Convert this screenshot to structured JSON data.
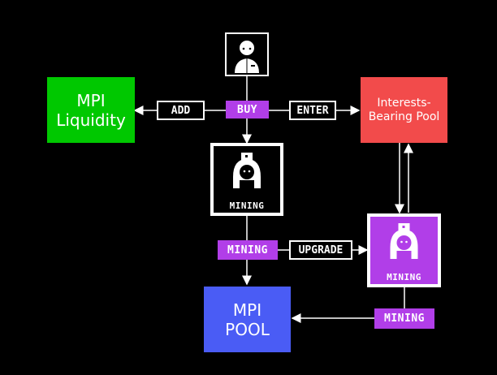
{
  "nodes": {
    "user": {
      "icon": "user-icon"
    },
    "liquidity": {
      "line1": "MPI",
      "line2": "Liquidity",
      "color": "#00c800"
    },
    "interest_pool": {
      "line1": "Interests-",
      "line2": "Bearing Pool",
      "color": "#f24b4b"
    },
    "mpi_pool": {
      "line1": "MPI",
      "line2": "POOL",
      "color": "#4a5cf5"
    },
    "miner_basic": {
      "label": "MINING",
      "icon": "robot-miner-icon"
    },
    "miner_upgraded": {
      "label": "MINING",
      "icon": "robot-miner-icon",
      "color": "#b13ee8"
    }
  },
  "edges": {
    "buy": "BUY",
    "add": "ADD",
    "enter": "ENTER",
    "mining_left": "MINING",
    "upgrade": "UPGRADE",
    "mining_right": "MINING"
  },
  "colors": {
    "accent_purple": "#b13ee8",
    "background": "#000000",
    "line": "#ffffff"
  }
}
